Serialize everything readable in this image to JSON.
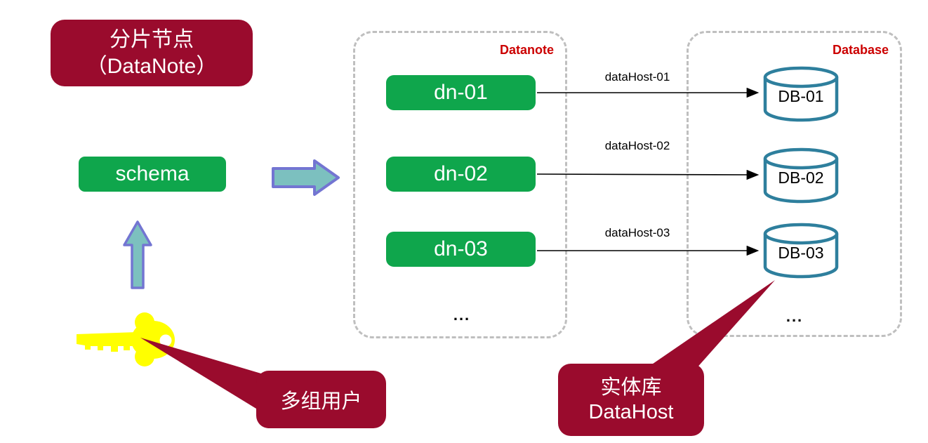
{
  "colors": {
    "dark_red": "#9A0B2D",
    "green": "#0FA64C",
    "group_label_red": "#CC0000",
    "block_arrow_fill": "#7CC0BF",
    "block_arrow_border": "#7375D2",
    "cylinder_stroke": "#2E7F9D",
    "key_yellow": "#FFFF00",
    "dashed_border_gray": "#BFBFBF"
  },
  "title_box": {
    "line1": "分片节点",
    "line2": "（DataNote）"
  },
  "schema_box": {
    "label": "schema"
  },
  "datanote_group": {
    "label": "Datanote",
    "nodes": [
      {
        "label": "dn-01"
      },
      {
        "label": "dn-02"
      },
      {
        "label": "dn-03"
      }
    ],
    "ellipsis": "..."
  },
  "database_group": {
    "label": "Database",
    "cylinders": [
      {
        "label": "DB-01"
      },
      {
        "label": "DB-02"
      },
      {
        "label": "DB-03"
      }
    ],
    "ellipsis": "..."
  },
  "connections": [
    {
      "label": "dataHost-01"
    },
    {
      "label": "dataHost-02"
    },
    {
      "label": "dataHost-03"
    }
  ],
  "callouts": {
    "users": {
      "label": "多组用户"
    },
    "datahost": {
      "line1": "实体库",
      "line2": "DataHost"
    }
  },
  "icons": {
    "key": "key-icon",
    "arrow_right": "arrow-right-icon",
    "arrow_up": "arrow-up-icon"
  }
}
